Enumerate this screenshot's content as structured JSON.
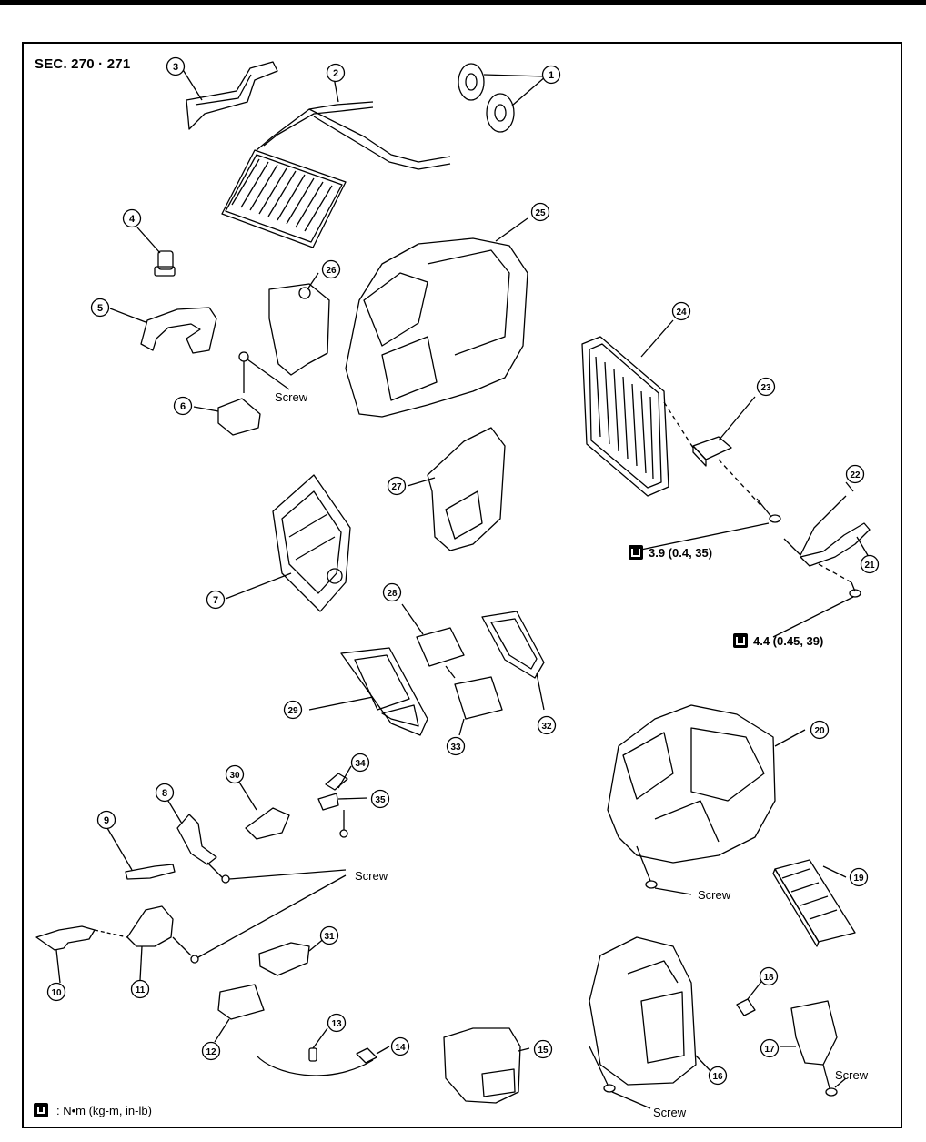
{
  "section": "SEC. 270 · 271",
  "callouts": [
    "1",
    "2",
    "3",
    "4",
    "5",
    "6",
    "7",
    "8",
    "9",
    "10",
    "11",
    "12",
    "13",
    "14",
    "15",
    "16",
    "17",
    "18",
    "19",
    "20",
    "21",
    "22",
    "23",
    "24",
    "25",
    "26",
    "27",
    "28",
    "29",
    "30",
    "31",
    "32",
    "33",
    "34",
    "35"
  ],
  "screw_label": "Screw",
  "torque_1": "3.9 (0.4, 35)",
  "torque_2": "4.4 (0.45, 39)",
  "legend": ": N•m (kg-m, in-lb)"
}
